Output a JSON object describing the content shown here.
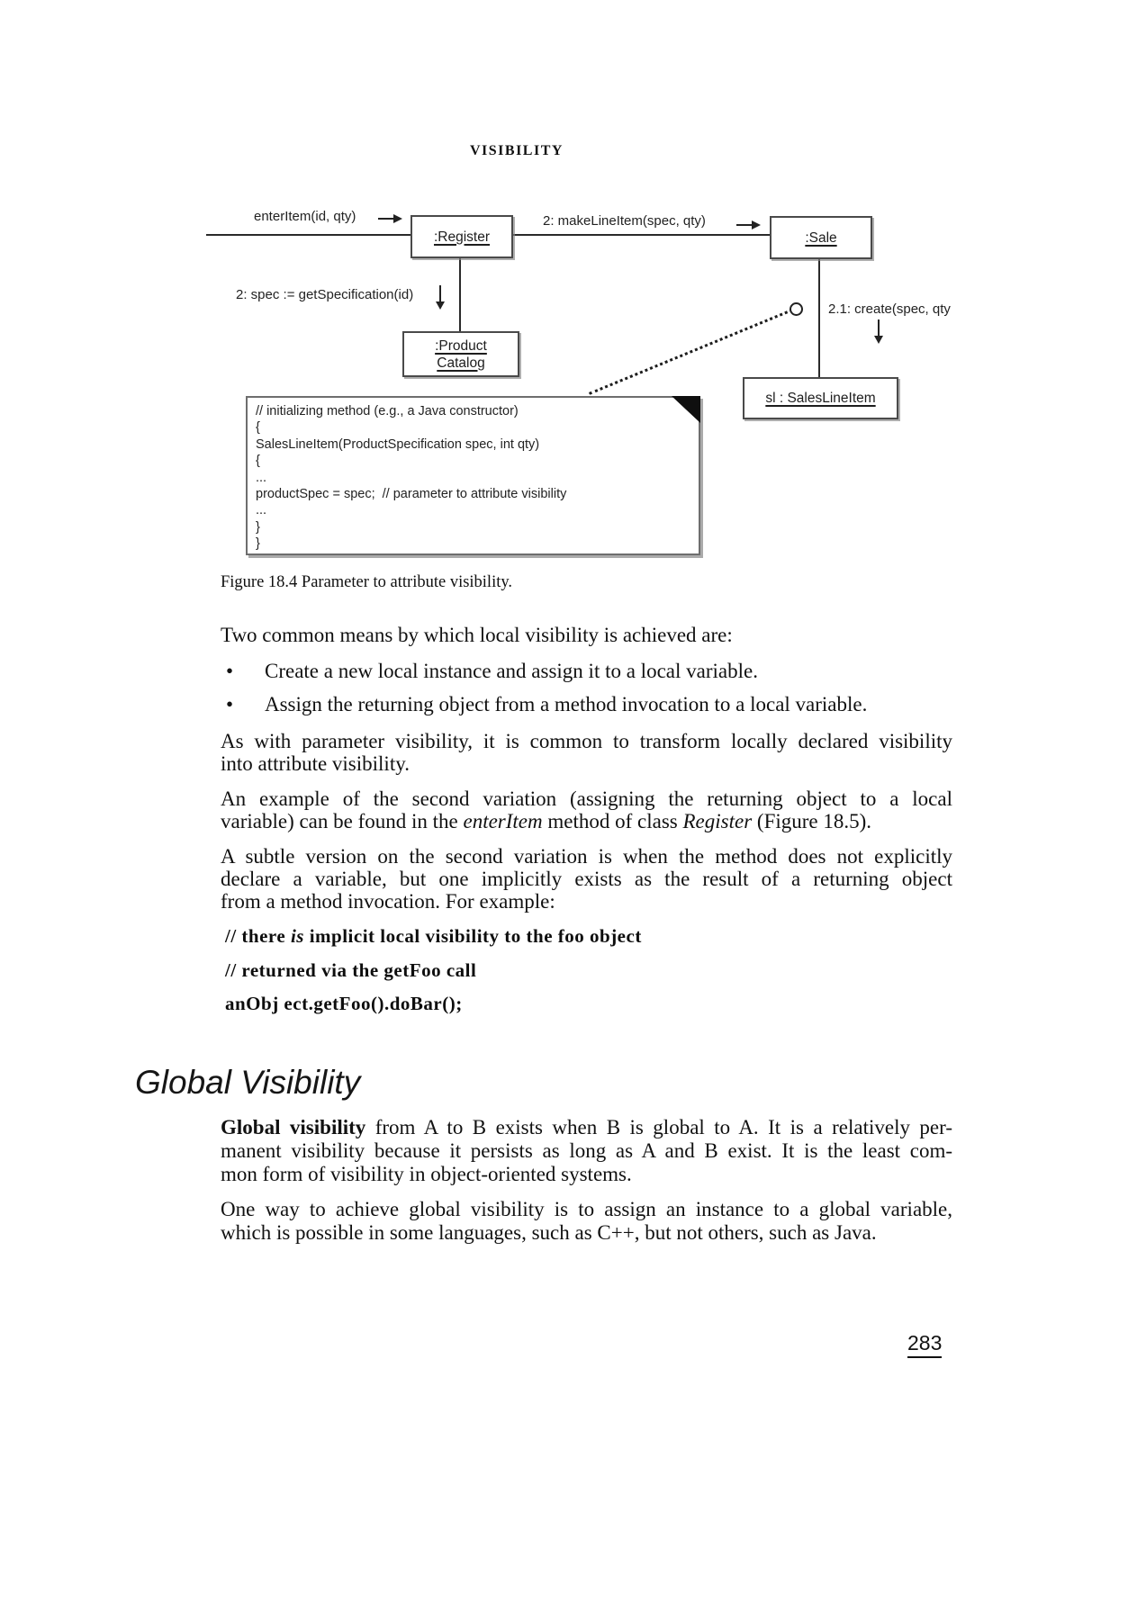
{
  "page": {
    "running_header": "VISIBILITY",
    "page_number": "283"
  },
  "colors": {
    "ink": "#1a1a1a",
    "diagram_line": "#2a2a2a",
    "box_border": "#4a4a4a",
    "note_shadow": "#aaaaaa",
    "background": "#ffffff"
  },
  "diagram": {
    "labels": {
      "enter_item": "enterItem(id, qty)",
      "make_line_item": "2: makeLineItem(spec, qty)",
      "get_spec": "2: spec := getSpecification(id)",
      "create": "2.1: create(spec, qty"
    },
    "boxes": {
      "register": ":Register",
      "sale": ":Sale",
      "product_line1": ":Product",
      "product_line2": "Catalog",
      "sales_line_item": "sl : SalesLineItem"
    },
    "note_lines": [
      "// initializing method (e.g., a Java constructor)",
      "{",
      "SalesLineItem(ProductSpecification spec, int qty)",
      "{",
      "...",
      "productSpec = spec;  // parameter to attribute visibility",
      "...",
      "}",
      "}"
    ]
  },
  "caption": "Figure 18.4 Parameter to attribute visibility.",
  "body": {
    "intro": "Two common means by which local visibility is achieved are:",
    "bullet_char": "•",
    "bullets": [
      "Create a new local instance and assign it to a local variable.",
      "Assign the returning object from a method invocation to a local variable."
    ],
    "para1": {
      "lines": [
        {
          "j": true,
          "seg": [
            {
              "t": "As with parameter visibility, it is common to transform locally declared visibility"
            }
          ]
        },
        {
          "j": false,
          "seg": [
            {
              "t": "into attribute visibility."
            }
          ]
        }
      ]
    },
    "para2": {
      "lines": [
        {
          "j": true,
          "seg": [
            {
              "t": "An example of the second variation (assigning the returning object to a local"
            }
          ]
        },
        {
          "j": false,
          "seg": [
            {
              "t": "variable) can be found in the "
            },
            {
              "t": "enterItem",
              "s": "i"
            },
            {
              "t": " method of class "
            },
            {
              "t": "Register",
              "s": "i"
            },
            {
              "t": " (Figure 18.5)."
            }
          ]
        }
      ]
    },
    "para3": {
      "lines": [
        {
          "j": true,
          "seg": [
            {
              "t": "A subtle version on the second variation is when the method does not explicitly"
            }
          ]
        },
        {
          "j": true,
          "seg": [
            {
              "t": "declare a variable, but one implicitly exists as the result of a returning object"
            }
          ]
        },
        {
          "j": false,
          "seg": [
            {
              "t": "from a method invocation. For example:"
            }
          ]
        }
      ]
    },
    "code": {
      "lines": [
        {
          "seg": [
            {
              "t": "// there "
            },
            {
              "t": "is",
              "s": "i"
            },
            {
              "t": " implicit local visibility to the foo object"
            }
          ]
        },
        {
          "seg": [
            {
              "t": "// returned via the getFoo call"
            }
          ]
        },
        {
          "seg": [
            {
              "t": "anObj ect.getFoo().doBar();"
            }
          ]
        }
      ]
    },
    "section_heading": "Global Visibility",
    "gpara1": {
      "lines": [
        {
          "j": true,
          "seg": [
            {
              "t": "Global visibility",
              "s": "b"
            },
            {
              "t": " from A to B exists when B is global to A. It is a relatively per-"
            }
          ]
        },
        {
          "j": true,
          "seg": [
            {
              "t": "manent visibility because it persists as long as A and B exist. It is the least com-"
            }
          ]
        },
        {
          "j": false,
          "seg": [
            {
              "t": "mon form of visibility in object-oriented systems."
            }
          ]
        }
      ]
    },
    "gpara2": {
      "lines": [
        {
          "j": true,
          "seg": [
            {
              "t": "One way to achieve global visibility is to assign an instance to a global variable,"
            }
          ]
        },
        {
          "j": false,
          "seg": [
            {
              "t": "which is possible in some languages, such as C++, but not others, such as Java."
            }
          ]
        }
      ]
    }
  }
}
